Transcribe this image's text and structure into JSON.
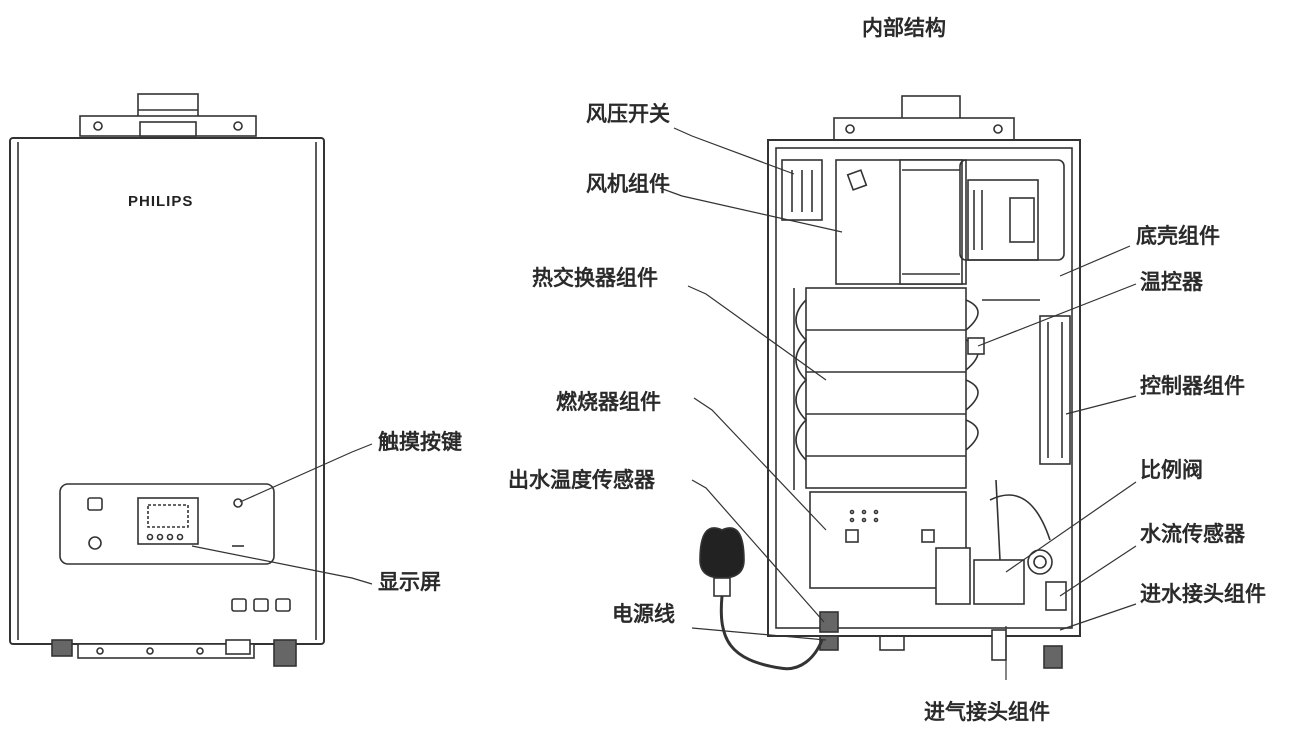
{
  "title": "内部结构",
  "brand": "PHILIPS",
  "exterior_labels": {
    "touch_keys": "触摸按键",
    "display": "显示屏"
  },
  "interior_labels": {
    "wind_pressure_switch": "风压开关",
    "fan_assembly": "风机组件",
    "heat_exchanger_assembly": "热交换器组件",
    "burner_assembly": "燃烧器组件",
    "outlet_temp_sensor": "出水温度传感器",
    "power_cord": "电源线",
    "gas_inlet_fitting": "进气接头组件",
    "base_shell_assembly": "底壳组件",
    "thermostat": "温控器",
    "controller_assembly": "控制器组件",
    "proportional_valve": "比例阀",
    "water_flow_sensor": "水流传感器",
    "water_inlet_fitting": "进水接头组件"
  },
  "colors": {
    "line": "#333333",
    "text": "#2a2a2a",
    "housing_fill": "#ffffff",
    "fitting_fill": "#666666"
  }
}
